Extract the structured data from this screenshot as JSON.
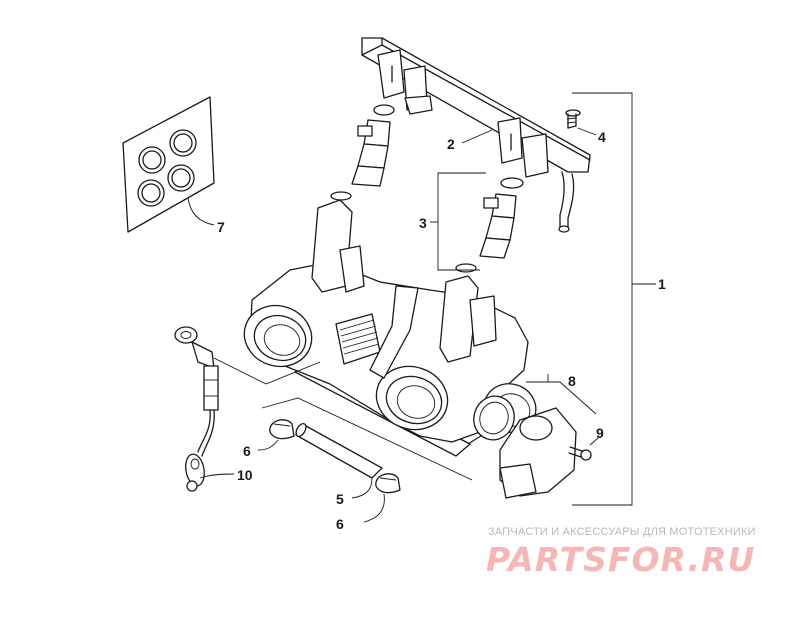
{
  "callouts": {
    "c1": "1",
    "c2": "2",
    "c3": "3",
    "c4": "4",
    "c5": "5",
    "c6a": "6",
    "c6b": "6",
    "c7": "7",
    "c8": "8",
    "c9": "9",
    "c10": "10"
  },
  "watermark": {
    "tagline": "ЗАПЧАСТИ И АКСЕССУАРЫ ДЛЯ МОТОТЕХНИКИ",
    "logo": "PARTSFOR.RU",
    "logo_color": "#f6b6b6",
    "tagline_color": "#b8b8b8"
  }
}
